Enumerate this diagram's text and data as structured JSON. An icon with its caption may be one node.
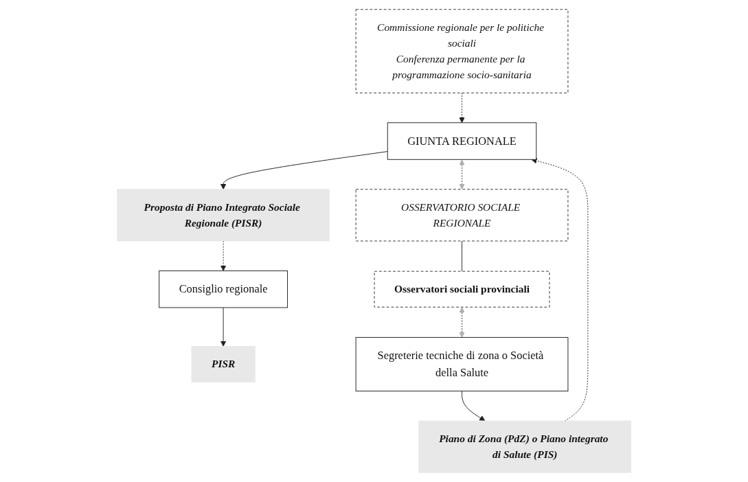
{
  "diagram": {
    "nodes": [
      {
        "text": [
          "Commissione regionale per le politiche sociali",
          "Conferenza permanente per la programmazione socio-sanitaria"
        ]
      },
      {
        "text": [
          "Consiglio regionale"
        ]
      },
      {
        "text": [
          "PISR"
        ]
      },
      {
        "text": [
          "GIUNTA REGIONALE"
        ]
      },
      {
        "text": [
          "Proposta di Piano Integrato Sociale Regionale (PISR)"
        ]
      },
      {
        "text": [
          "OSSERVATORIO SOCIALE REGIONALE"
        ]
      },
      {
        "text": [
          "Osservatori sociali provinciali"
        ]
      },
      {
        "text": [
          "Piano di Zona (PdZ) o Piano integrato di Salute (PIS)"
        ]
      },
      {
        "text": [
          "Segreterie tecniche di zona o Società della Salute"
        ]
      }
    ],
    "edges": [
      {
        "from": 1,
        "to": 2,
        "arrow": "to"
      },
      {
        "from": 0,
        "to": 3,
        "arrow": "to",
        "style": "dashed"
      },
      {
        "from": 3,
        "to": 4,
        "arrow": "to"
      },
      {
        "from": 4,
        "to": 1,
        "arrow": "to",
        "style": "dashed"
      },
      {
        "from": 3,
        "to": 5,
        "arrow": "both",
        "style": "dashed",
        "color": "#b0b0b0"
      },
      {
        "from": 5,
        "to": 6,
        "arrow": "none"
      },
      {
        "from": 6,
        "to": 8,
        "arrow": "both",
        "style": "dashed",
        "color": "#b0b0b0"
      },
      {
        "from": 8,
        "to": 7,
        "arrow": "to"
      },
      {
        "from": 7,
        "to": 3,
        "arrow": "to",
        "style": "dashed"
      }
    ]
  }
}
